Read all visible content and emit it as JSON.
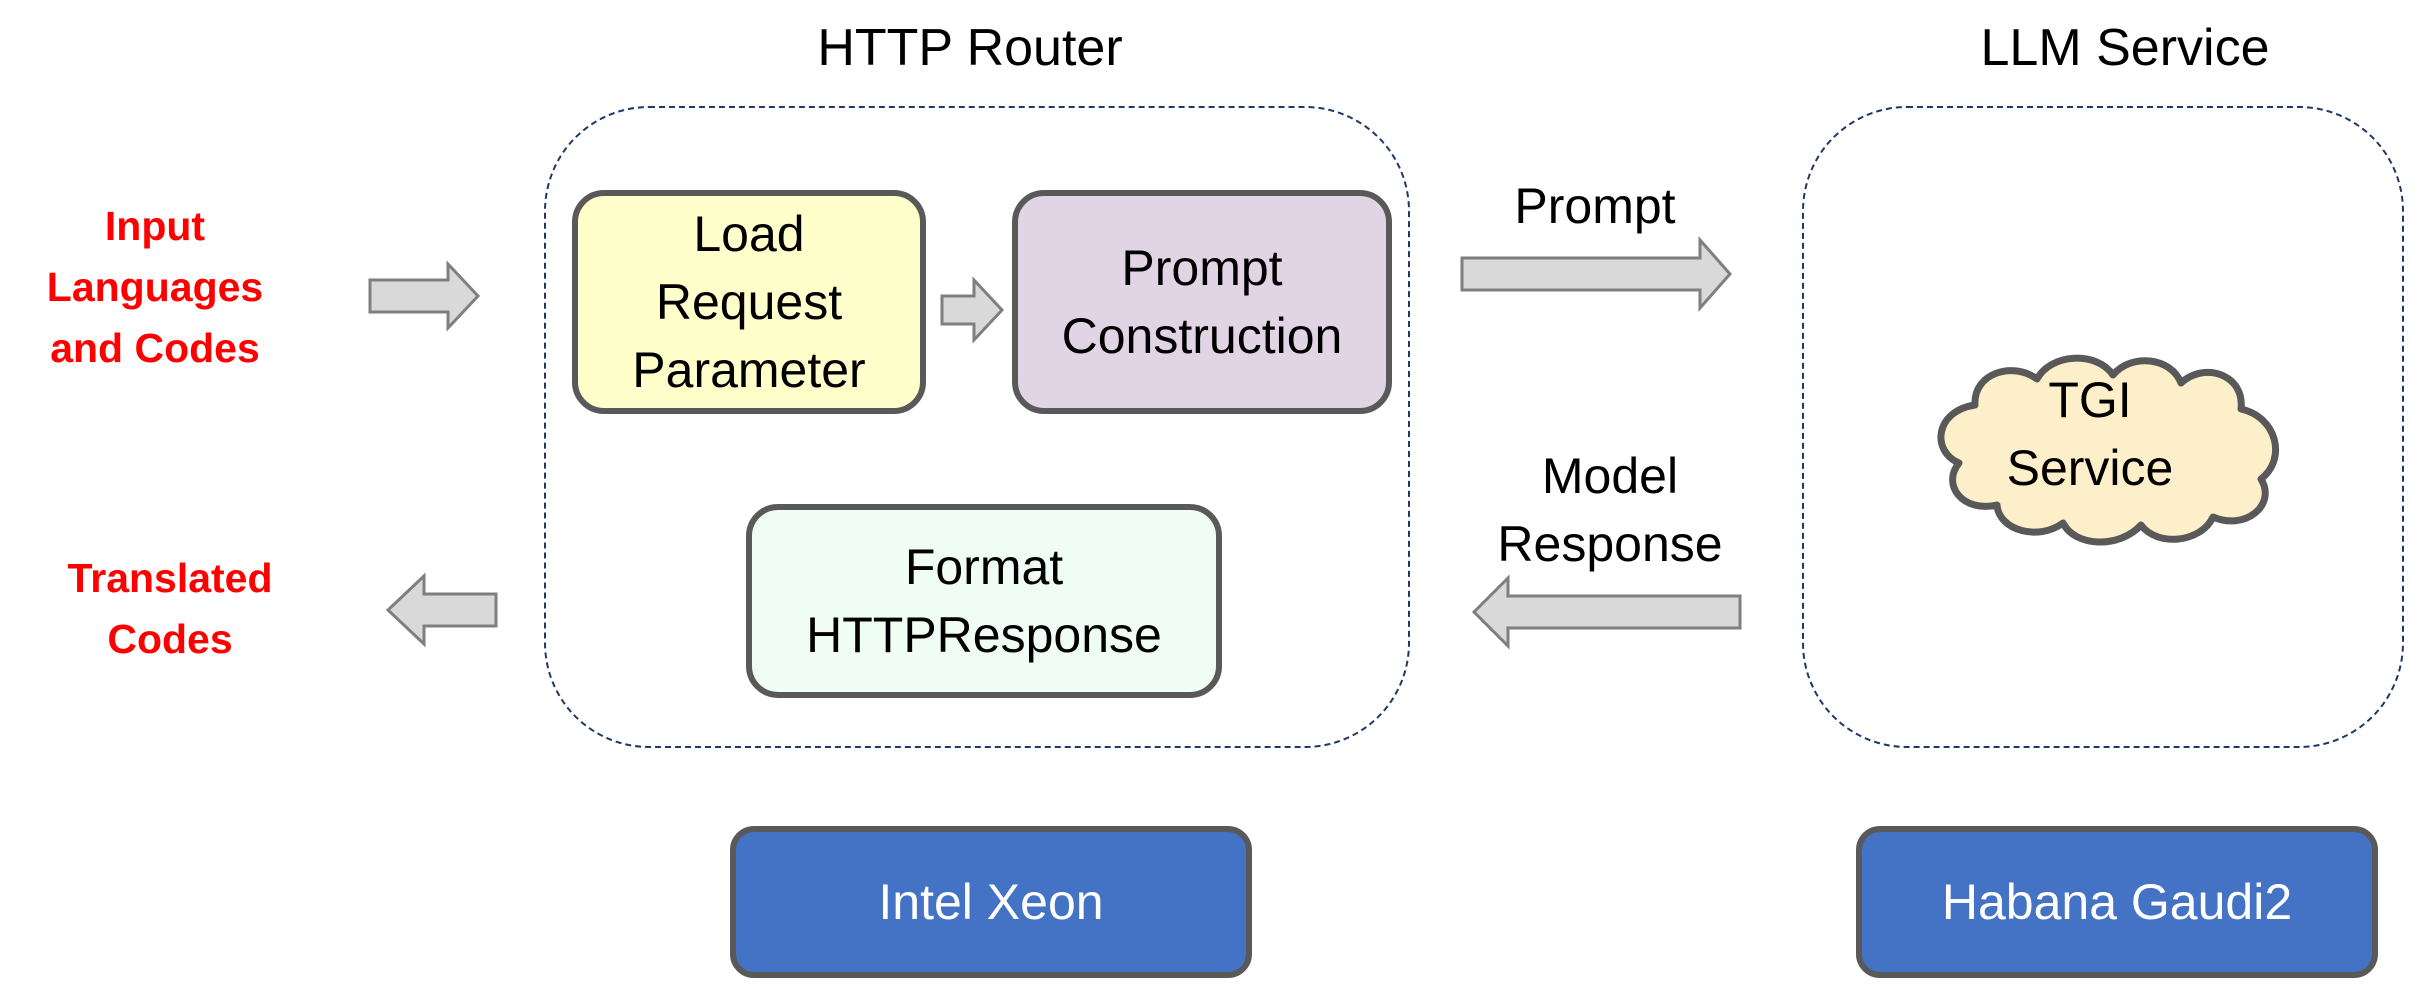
{
  "inputs": {
    "input_lines": [
      "Input",
      "Languages",
      "and Codes"
    ],
    "output_lines": [
      "Translated",
      "Codes"
    ],
    "color": "#ff0000"
  },
  "http_router": {
    "title": "HTTP Router",
    "load_request_lines": [
      "Load",
      "Request",
      "Parameter"
    ],
    "prompt_construction_lines": [
      "Prompt",
      "Construction"
    ],
    "format_response_lines": [
      "Format",
      "HTTPResponse"
    ],
    "load_request_color": "#ffffcc",
    "prompt_construction_color": "#e1d4e5",
    "format_response_color": "#f0fdf5"
  },
  "llm_service": {
    "title": "LLM Service",
    "tgi_lines": [
      "TGI",
      "Service"
    ],
    "tgi_color": "#fcefc9"
  },
  "edges": {
    "prompt_label": "Prompt",
    "model_response_lines": [
      "Model",
      "Response"
    ]
  },
  "hardware": {
    "left_label": "Intel Xeon",
    "right_label": "Habana Gaudi2",
    "color": "#4472c4"
  }
}
